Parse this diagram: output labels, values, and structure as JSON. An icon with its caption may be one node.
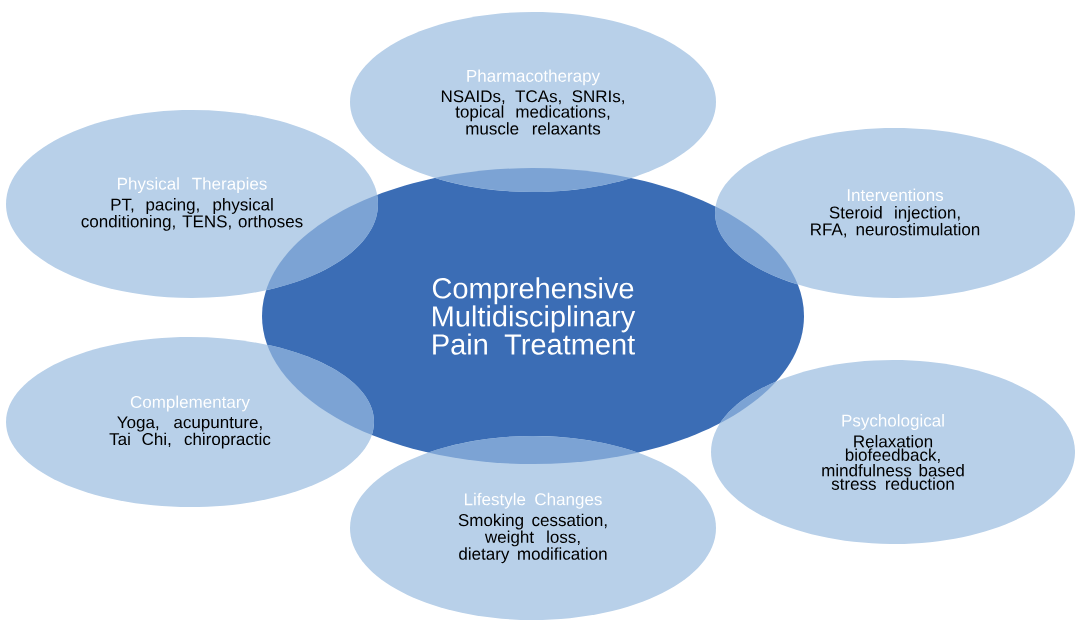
{
  "diagram": {
    "nodes": [
      {
        "text": [
          "Comprehensive Multidisciplinary Pain Treatment"
        ]
      },
      {
        "text": [
          "Pharmacotherapy",
          "NSAIDs, TCAs, SNRIs, topical medications, muscle relaxants"
        ]
      },
      {
        "text": [
          "Physical Therapies",
          "PT, pacing, physical conditioning, TENS, orthoses"
        ]
      },
      {
        "text": [
          "Interventions",
          "Steroid injection, RFA, neurostimulation"
        ]
      },
      {
        "text": [
          "Complementary",
          "Yoga, acupunture, Tai Chi, chiropractic"
        ]
      },
      {
        "text": [
          "Psychological",
          "Relaxation biofeedback, mindfulness based stress reduction"
        ]
      },
      {
        "text": [
          "Lifestyle Changes",
          "Smoking cessation, weight loss, dietary modification"
        ]
      }
    ]
  }
}
